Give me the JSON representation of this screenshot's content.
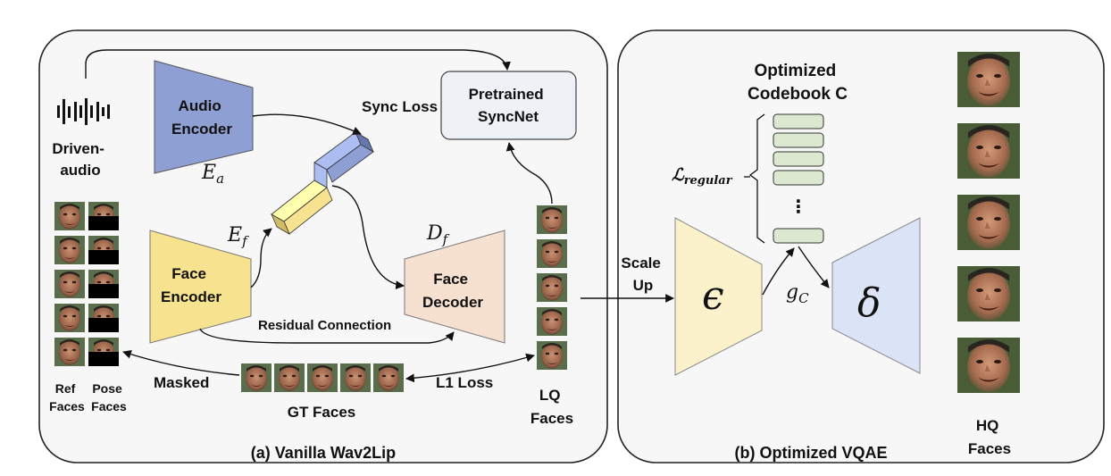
{
  "panels": {
    "left_caption": "(a) Vanilla Wav2Lip",
    "right_caption": "(b) Optimized VQAE"
  },
  "left": {
    "driven_audio": [
      "Driven-",
      "audio"
    ],
    "audio_encoder": [
      "Audio",
      "Encoder"
    ],
    "audio_encoder_symbol": "E",
    "audio_encoder_sub": "a",
    "face_encoder": [
      "Face",
      "Encoder"
    ],
    "face_encoder_symbol": "E",
    "face_encoder_sub": "f",
    "face_decoder": [
      "Face",
      "Decoder"
    ],
    "face_decoder_symbol": "D",
    "face_decoder_sub": "f",
    "syncnet": [
      "Pretrained",
      "SyncNet"
    ],
    "sync_loss": "Sync Loss",
    "residual": "Residual Connection",
    "masked": "Masked",
    "l1_loss": "L1 Loss",
    "ref_faces": [
      "Ref",
      "Faces"
    ],
    "pose_faces": [
      "Pose",
      "Faces"
    ],
    "gt_faces": "GT Faces",
    "lq_faces": [
      "LQ",
      "Faces"
    ]
  },
  "middle": {
    "scale_up": [
      "Scale",
      "Up"
    ]
  },
  "right": {
    "codebook_title": [
      "Optimized",
      "Codebook C"
    ],
    "l_regular_symbol": "ℒ",
    "l_regular_sub": "regular",
    "dots": "⋮",
    "encoder_symbol": "ϵ",
    "decoder_symbol": "δ",
    "gc_symbol": "g",
    "gc_sub": "C",
    "hq_faces": [
      "HQ",
      "Faces"
    ]
  },
  "colors": {
    "audio_encoder": "#8e9fd4",
    "face_encoder": "#f6e28f",
    "face_decoder": "#f6e0cf",
    "vq_encoder": "#fbf2cc",
    "vq_decoder": "#dbe4f7",
    "codebook": "#dce9d0",
    "syncnet": "#eef1f5",
    "feature_blue": "#8e9fd4",
    "feature_yellow": "#f6e28f",
    "face_skin": "#a8745a",
    "mask": "#000000"
  }
}
